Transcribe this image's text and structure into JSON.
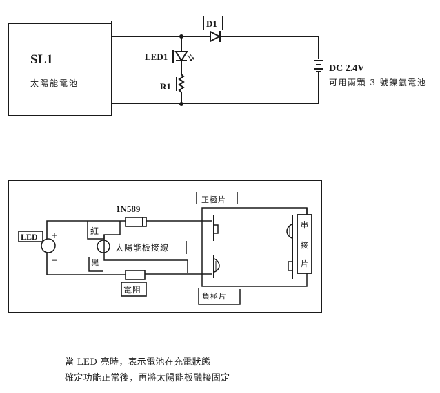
{
  "top_circuit": {
    "solar_cell": {
      "id": "SL1",
      "name": "太陽能電池"
    },
    "led": {
      "id": "LED1"
    },
    "resistor": {
      "id": "R1"
    },
    "diode": {
      "id": "D1"
    },
    "battery": {
      "voltage": "DC 2.4V",
      "note": "可用兩顆 3 號鎳氫電池"
    }
  },
  "wiring_diagram": {
    "led_label": "LED",
    "plus": "+",
    "minus": "−",
    "diode_label": "1N589",
    "red_label": "紅",
    "black_label": "黑",
    "solar_wire_label": "太陽能板接線",
    "resistor_label": "電阻",
    "positive_plate": "正極片",
    "negative_plate": "負極片",
    "series_plate": [
      "串",
      "接",
      "片"
    ]
  },
  "notes": [
    "當 LED 亮時，表示電池在充電狀態",
    "確定功能正常後，再將太陽能板融接固定"
  ],
  "colors": {
    "line": "#1a1a1a",
    "background": "#ffffff"
  }
}
